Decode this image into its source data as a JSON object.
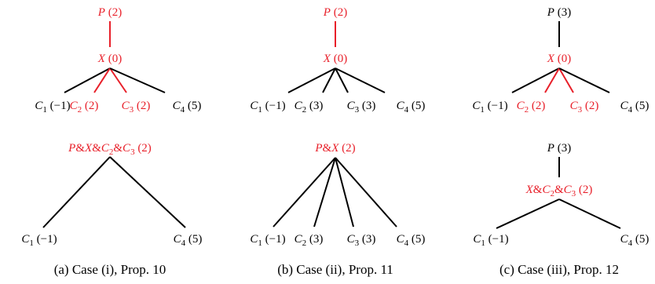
{
  "colors": {
    "highlight": "#e8202a",
    "normal": "#000000"
  },
  "panels": [
    {
      "caption": "(a)  Case (i), Prop. 10",
      "top": {
        "nodes": [
          {
            "id": "P",
            "html": "<tspan font-style='italic'>P</tspan> (2)",
            "red": true
          },
          {
            "id": "X",
            "html": "<tspan font-style='italic'>X</tspan> (0)",
            "red": true
          },
          {
            "id": "C1",
            "html": "<tspan font-style='italic'>C</tspan><tspan dy='4' font-size='11'>1</tspan><tspan dy='-4'> (−1)</tspan>",
            "red": false
          },
          {
            "id": "C2",
            "html": "<tspan font-style='italic'>C</tspan><tspan dy='4' font-size='11'>2</tspan><tspan dy='-4'> (2)</tspan>",
            "red": true
          },
          {
            "id": "C3",
            "html": "<tspan font-style='italic'>C</tspan><tspan dy='4' font-size='11'>3</tspan><tspan dy='-4'> (2)</tspan>",
            "red": true
          },
          {
            "id": "C4",
            "html": "<tspan font-style='italic'>C</tspan><tspan dy='4' font-size='11'>4</tspan><tspan dy='-4'> (5)</tspan>",
            "red": false
          }
        ],
        "edges": [
          {
            "from": "P",
            "to": "X",
            "red": true
          },
          {
            "from": "X",
            "to": "C1",
            "red": false
          },
          {
            "from": "X",
            "to": "C2",
            "red": true
          },
          {
            "from": "X",
            "to": "C3",
            "red": true
          },
          {
            "from": "X",
            "to": "C4",
            "red": false
          }
        ]
      },
      "bottom": {
        "nodes": [
          {
            "id": "M",
            "html": "<tspan font-style='italic'>P</tspan>&amp;<tspan font-style='italic'>X</tspan>&amp;<tspan font-style='italic'>C</tspan><tspan dy='4' font-size='11'>2</tspan><tspan dy='-4'>&amp;</tspan><tspan font-style='italic'>C</tspan><tspan dy='4' font-size='11'>3</tspan><tspan dy='-4'> (2)</tspan>",
            "red": true
          },
          {
            "id": "C1",
            "html": "<tspan font-style='italic'>C</tspan><tspan dy='4' font-size='11'>1</tspan><tspan dy='-4'> (−1)</tspan>",
            "red": false
          },
          {
            "id": "C4",
            "html": "<tspan font-style='italic'>C</tspan><tspan dy='4' font-size='11'>4</tspan><tspan dy='-4'> (5)</tspan>",
            "red": false
          }
        ],
        "edges": [
          {
            "from": "M",
            "to": "C1",
            "red": false
          },
          {
            "from": "M",
            "to": "C4",
            "red": false
          }
        ]
      }
    },
    {
      "caption": "(b)  Case (ii), Prop. 11",
      "top": {
        "nodes": [
          {
            "id": "P",
            "html": "<tspan font-style='italic'>P</tspan> (2)",
            "red": true
          },
          {
            "id": "X",
            "html": "<tspan font-style='italic'>X</tspan> (0)",
            "red": true
          },
          {
            "id": "C1",
            "html": "<tspan font-style='italic'>C</tspan><tspan dy='4' font-size='11'>1</tspan><tspan dy='-4'> (−1)</tspan>",
            "red": false
          },
          {
            "id": "C2",
            "html": "<tspan font-style='italic'>C</tspan><tspan dy='4' font-size='11'>2</tspan><tspan dy='-4'> (3)</tspan>",
            "red": false
          },
          {
            "id": "C3",
            "html": "<tspan font-style='italic'>C</tspan><tspan dy='4' font-size='11'>3</tspan><tspan dy='-4'> (3)</tspan>",
            "red": false
          },
          {
            "id": "C4",
            "html": "<tspan font-style='italic'>C</tspan><tspan dy='4' font-size='11'>4</tspan><tspan dy='-4'> (5)</tspan>",
            "red": false
          }
        ],
        "edges": [
          {
            "from": "P",
            "to": "X",
            "red": true
          },
          {
            "from": "X",
            "to": "C1",
            "red": false
          },
          {
            "from": "X",
            "to": "C2",
            "red": false
          },
          {
            "from": "X",
            "to": "C3",
            "red": false
          },
          {
            "from": "X",
            "to": "C4",
            "red": false
          }
        ]
      },
      "bottom": {
        "nodes": [
          {
            "id": "M",
            "html": "<tspan font-style='italic'>P</tspan>&amp;<tspan font-style='italic'>X</tspan> (2)",
            "red": true
          },
          {
            "id": "C1",
            "html": "<tspan font-style='italic'>C</tspan><tspan dy='4' font-size='11'>1</tspan><tspan dy='-4'> (−1)</tspan>",
            "red": false
          },
          {
            "id": "C2",
            "html": "<tspan font-style='italic'>C</tspan><tspan dy='4' font-size='11'>2</tspan><tspan dy='-4'> (3)</tspan>",
            "red": false
          },
          {
            "id": "C3",
            "html": "<tspan font-style='italic'>C</tspan><tspan dy='4' font-size='11'>3</tspan><tspan dy='-4'> (3)</tspan>",
            "red": false
          },
          {
            "id": "C4",
            "html": "<tspan font-style='italic'>C</tspan><tspan dy='4' font-size='11'>4</tspan><tspan dy='-4'> (5)</tspan>",
            "red": false
          }
        ],
        "edges": [
          {
            "from": "M",
            "to": "C1",
            "red": false
          },
          {
            "from": "M",
            "to": "C2",
            "red": false
          },
          {
            "from": "M",
            "to": "C3",
            "red": false
          },
          {
            "from": "M",
            "to": "C4",
            "red": false
          }
        ]
      }
    },
    {
      "caption": "(c)  Case (iii), Prop. 12",
      "top": {
        "nodes": [
          {
            "id": "P",
            "html": "<tspan font-style='italic'>P</tspan> (3)",
            "red": false
          },
          {
            "id": "X",
            "html": "<tspan font-style='italic'>X</tspan> (0)",
            "red": true
          },
          {
            "id": "C1",
            "html": "<tspan font-style='italic'>C</tspan><tspan dy='4' font-size='11'>1</tspan><tspan dy='-4'> (−1)</tspan>",
            "red": false
          },
          {
            "id": "C2",
            "html": "<tspan font-style='italic'>C</tspan><tspan dy='4' font-size='11'>2</tspan><tspan dy='-4'> (2)</tspan>",
            "red": true
          },
          {
            "id": "C3",
            "html": "<tspan font-style='italic'>C</tspan><tspan dy='4' font-size='11'>3</tspan><tspan dy='-4'> (2)</tspan>",
            "red": true
          },
          {
            "id": "C4",
            "html": "<tspan font-style='italic'>C</tspan><tspan dy='4' font-size='11'>4</tspan><tspan dy='-4'> (5)</tspan>",
            "red": false
          }
        ],
        "edges": [
          {
            "from": "P",
            "to": "X",
            "red": false
          },
          {
            "from": "X",
            "to": "C1",
            "red": false
          },
          {
            "from": "X",
            "to": "C2",
            "red": true
          },
          {
            "from": "X",
            "to": "C3",
            "red": true
          },
          {
            "from": "X",
            "to": "C4",
            "red": false
          }
        ]
      },
      "bottom": {
        "nodes": [
          {
            "id": "P",
            "html": "<tspan font-style='italic'>P</tspan> (3)",
            "red": false
          },
          {
            "id": "M",
            "html": "<tspan font-style='italic'>X</tspan>&amp;<tspan font-style='italic'>C</tspan><tspan dy='4' font-size='11'>2</tspan><tspan dy='-4'>&amp;</tspan><tspan font-style='italic'>C</tspan><tspan dy='4' font-size='11'>3</tspan><tspan dy='-4'> (2)</tspan>",
            "red": true
          },
          {
            "id": "C1",
            "html": "<tspan font-style='italic'>C</tspan><tspan dy='4' font-size='11'>1</tspan><tspan dy='-4'> (−1)</tspan>",
            "red": false
          },
          {
            "id": "C4",
            "html": "<tspan font-style='italic'>C</tspan><tspan dy='4' font-size='11'>4</tspan><tspan dy='-4'> (5)</tspan>",
            "red": false
          }
        ],
        "edges": [
          {
            "from": "P",
            "to": "M",
            "red": false
          },
          {
            "from": "M",
            "to": "C1",
            "red": false
          },
          {
            "from": "M",
            "to": "C4",
            "red": false
          }
        ]
      }
    }
  ]
}
